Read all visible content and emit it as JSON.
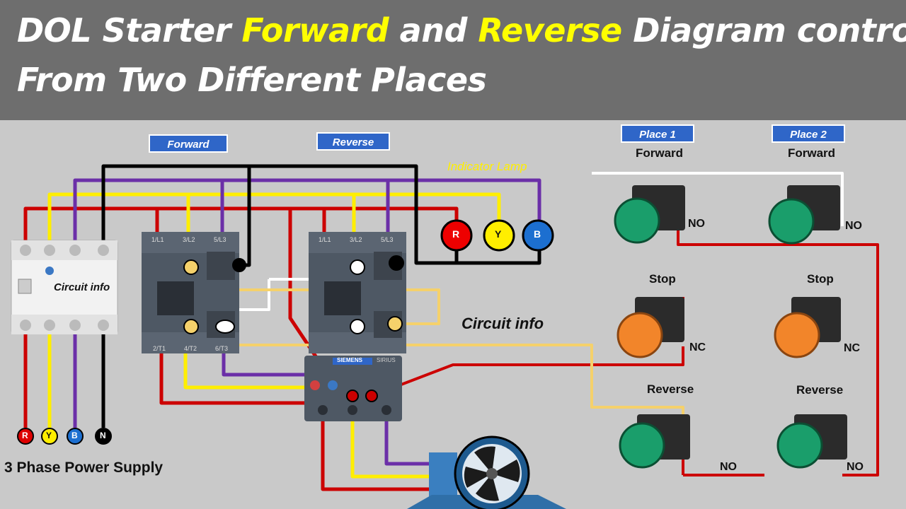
{
  "title": {
    "line1_a": "DOL Starter ",
    "line1_forward": "Forward",
    "line1_and": " and ",
    "line1_reverse": "Reverse",
    "line1_b": " Diagram control",
    "line2": "From  Two Different Places"
  },
  "contactors": {
    "forward": "Forward",
    "reverse": "Reverse"
  },
  "indicator": {
    "label": "Indicator Lamp",
    "lamps": [
      "R",
      "Y",
      "B"
    ]
  },
  "terminals": {
    "top": [
      "1/L1",
      "3/L2",
      "5/L3"
    ],
    "bottom": [
      "2/T1",
      "4/T2",
      "6/T3"
    ]
  },
  "overload": {
    "brand": "SIEMENS",
    "series": "SIRIUS"
  },
  "places": {
    "place1": "Place 1",
    "place2": "Place 2"
  },
  "buttons": {
    "forward": "Forward",
    "stop": "Stop",
    "reverse": "Reverse",
    "no": "NO",
    "nc": "NC"
  },
  "circuit_info": "Circuit info",
  "mcb_label": "Circuit info",
  "supply": {
    "label": "3 Phase Power Supply",
    "phases": [
      "R",
      "Y",
      "B",
      "N"
    ]
  },
  "colors": {
    "red": "#cc0000",
    "yellow": "#ffee00",
    "blue": "#6b2fa8",
    "black": "#000000",
    "white": "#ffffff",
    "control_yellow": "#f5d16b",
    "tag_blue": "#2f66c8",
    "green_button": "#1a9e6b",
    "orange_button": "#f2852a"
  }
}
